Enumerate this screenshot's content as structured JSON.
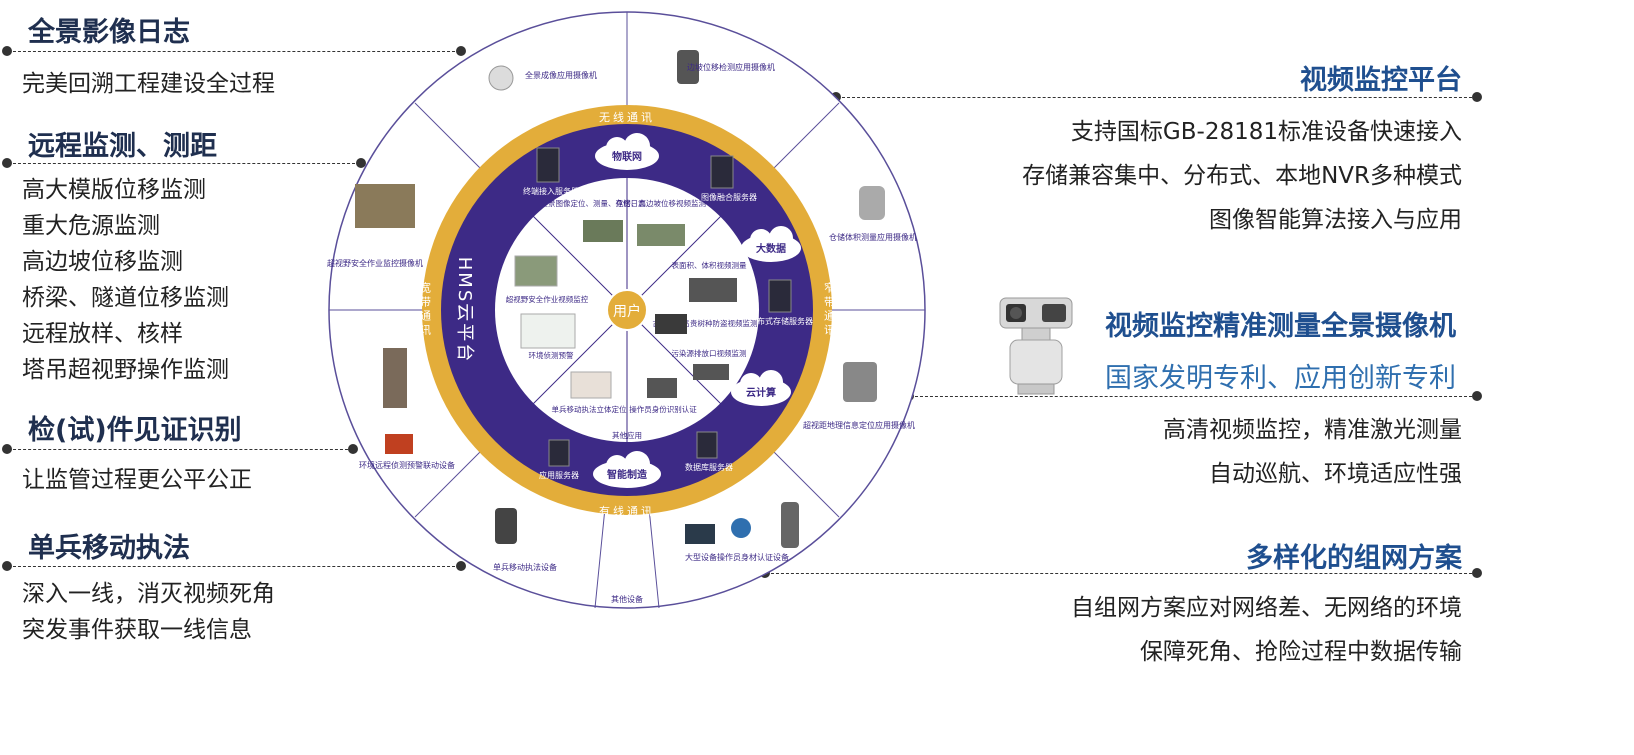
{
  "left": {
    "sections": [
      {
        "title": "全景影像日志",
        "lines": [
          "完美回溯工程建设全过程"
        ]
      },
      {
        "title": "远程监测、测距",
        "lines": [
          "高大模版位移监测",
          "重大危源监测",
          "高边坡位移监测",
          "桥梁、隧道位移监测",
          "远程放样、核样",
          "塔吊超视野操作监测"
        ]
      },
      {
        "title": "检(试)件见证识别",
        "lines": [
          "让监管过程更公平公正"
        ]
      },
      {
        "title": "单兵移动执法",
        "lines": [
          "深入一线，消灭视频死角",
          "突发事件获取一线信息"
        ]
      }
    ]
  },
  "right": {
    "sections": [
      {
        "title": "视频监控平台",
        "lines": [
          "支持国标GB-28181标准设备快速接入",
          "存储兼容集中、分布式、本地NVR多种模式",
          "图像智能算法接入与应用"
        ]
      },
      {
        "title": "视频监控精准测量全景摄像机",
        "subtitle": "国家发明专利、应用创新专利",
        "lines": [
          "高清视频监控，精准激光测量",
          "自动巡航、环境适应性强"
        ]
      },
      {
        "title": "多样化的组网方案",
        "lines": [
          "自组网方案应对网络差、无网络的环境",
          "保障死角、抢险过程中数据传输"
        ]
      }
    ]
  },
  "diagram": {
    "center": "用户",
    "platform": "HMS云平台",
    "ring": {
      "top": "无线通讯",
      "bottom": "有线通讯",
      "left": "宽带通讯",
      "right": "窄带通讯"
    },
    "clouds": [
      "物联网",
      "大数据",
      "云计算",
      "智能制造"
    ],
    "servers": [
      "终端接入服务器",
      "图像融合服务器",
      "分布式存储服务器",
      "数据库服务器",
      "应用服务器"
    ],
    "apps": [
      "全景图像定位、测量、存储日志",
      "危房、高边坡位移视频监测",
      "表面积、体积视频测量",
      "古文物、名贵树种防盗视频监测",
      "污染源排放口视频监测",
      "操作员身份识别认证",
      "其他应用",
      "单兵移动执法立体定位",
      "环境侦测预警",
      "超视野安全作业视频监控"
    ],
    "devices": [
      "全景成像应用摄像机",
      "边坡位移检测应用摄像机",
      "仓储体积测量应用摄像机",
      "超视距地理信息定位应用摄像机",
      "大型设备操作员身材认证设备",
      "其他设备",
      "单兵移动执法设备",
      "环境远程侦测预警联动设备",
      "超视野安全作业监控摄像机"
    ]
  },
  "colors": {
    "ring_gold": "#e3ad3a",
    "ring_purple": "#3d2a86",
    "heading_left": "#1f2f4f",
    "heading_right": "#1f4f8f",
    "subtitle_right": "#2f6faf",
    "outer_line": "#5a4f9a"
  }
}
